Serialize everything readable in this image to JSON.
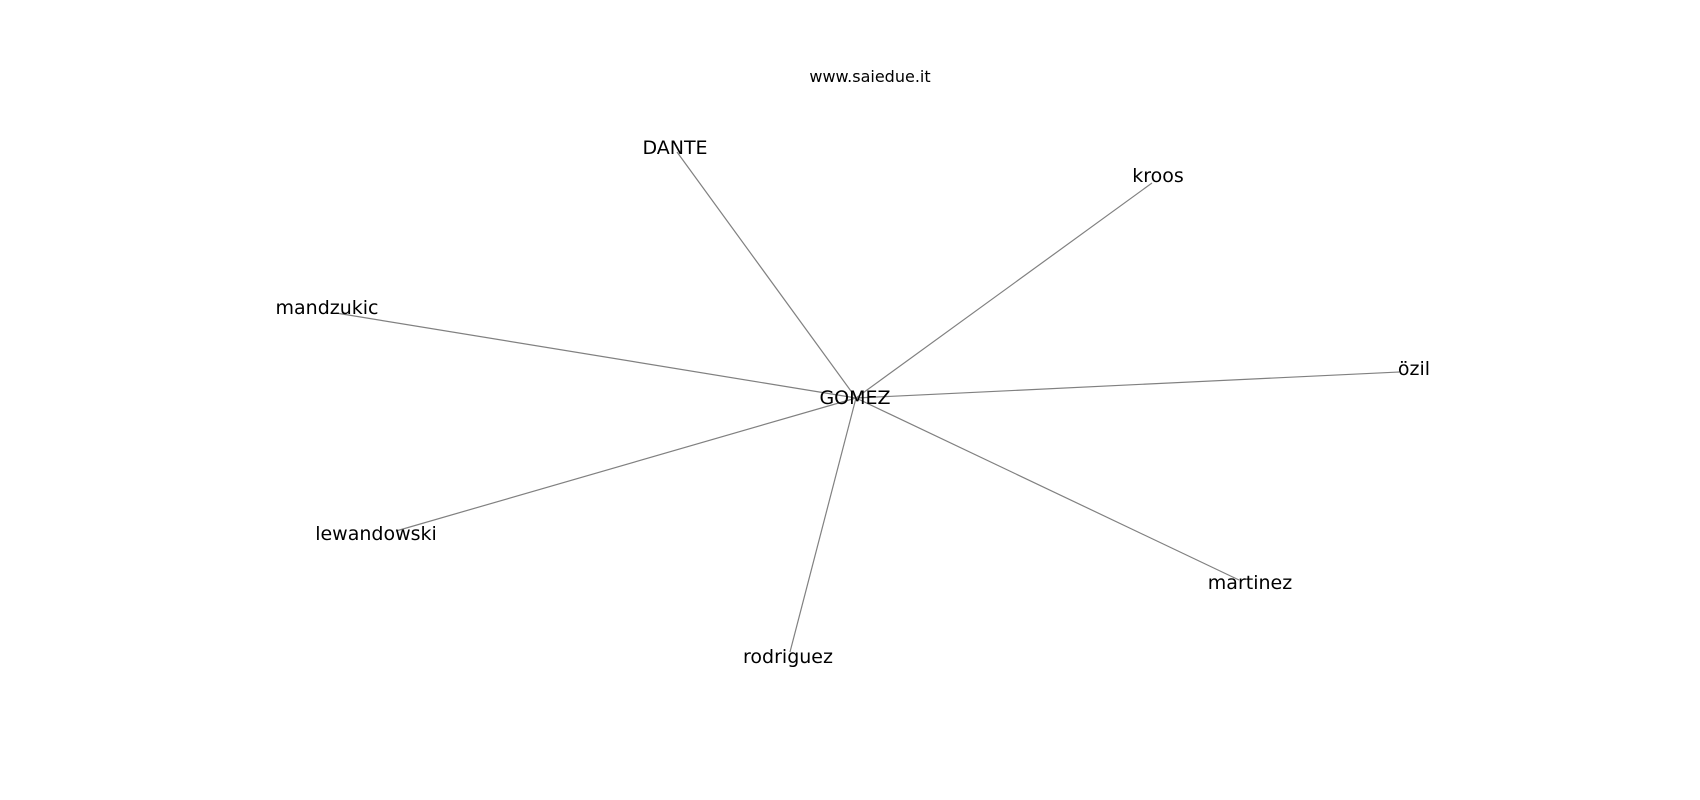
{
  "title": "www.saiedue.it",
  "center": "GOMEZ",
  "nodes": [
    "GOMEZ",
    "DANTE",
    "kroos",
    "mandzukic",
    "özil",
    "lewandowski",
    "martinez",
    "rodriguez"
  ],
  "edges": [
    [
      "GOMEZ",
      "DANTE"
    ],
    [
      "GOMEZ",
      "kroos"
    ],
    [
      "GOMEZ",
      "mandzukic"
    ],
    [
      "GOMEZ",
      "özil"
    ],
    [
      "GOMEZ",
      "lewandowski"
    ],
    [
      "GOMEZ",
      "martinez"
    ],
    [
      "GOMEZ",
      "rodriguez"
    ]
  ],
  "edge_color": "#808080",
  "text_color": "#000000"
}
